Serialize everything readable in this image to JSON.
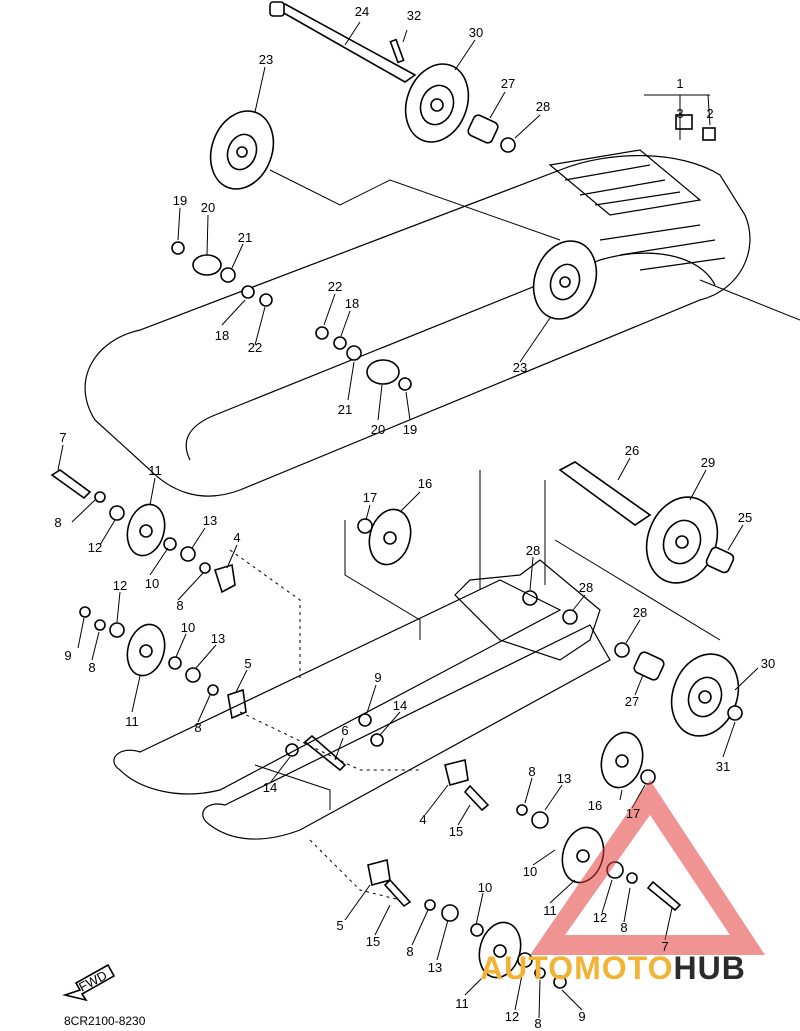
{
  "diagram_code": "8CR2100-8230",
  "fwd_label": "FWD",
  "watermark": {
    "part1": "AUTOMOTO",
    "part2": "HUB",
    "color_accent": "#e23b3b",
    "color_text": "#f2b233"
  },
  "callouts": [
    {
      "id": "c24a",
      "text": "24"
    },
    {
      "id": "c32",
      "text": "32"
    },
    {
      "id": "c30a",
      "text": "30"
    },
    {
      "id": "c23a",
      "text": "23"
    },
    {
      "id": "c27a",
      "text": "27"
    },
    {
      "id": "c28a",
      "text": "28"
    },
    {
      "id": "c1",
      "text": "1"
    },
    {
      "id": "c3",
      "text": "3"
    },
    {
      "id": "c2",
      "text": "2"
    },
    {
      "id": "c19a",
      "text": "19"
    },
    {
      "id": "c20a",
      "text": "20"
    },
    {
      "id": "c21a",
      "text": "21"
    },
    {
      "id": "c18a",
      "text": "18"
    },
    {
      "id": "c22a",
      "text": "22"
    },
    {
      "id": "c22b",
      "text": "22"
    },
    {
      "id": "c18b",
      "text": "18"
    },
    {
      "id": "c23b",
      "text": "23"
    },
    {
      "id": "c21b",
      "text": "21"
    },
    {
      "id": "c20b",
      "text": "20"
    },
    {
      "id": "c19b",
      "text": "19"
    },
    {
      "id": "c7a",
      "text": "7"
    },
    {
      "id": "c11a",
      "text": "11"
    },
    {
      "id": "c8a",
      "text": "8"
    },
    {
      "id": "c12a",
      "text": "12"
    },
    {
      "id": "c13a",
      "text": "13"
    },
    {
      "id": "c10a",
      "text": "10"
    },
    {
      "id": "c4a",
      "text": "4"
    },
    {
      "id": "c8b",
      "text": "8"
    },
    {
      "id": "c17a",
      "text": "17"
    },
    {
      "id": "c16a",
      "text": "16"
    },
    {
      "id": "c26",
      "text": "26"
    },
    {
      "id": "c29",
      "text": "29"
    },
    {
      "id": "c25",
      "text": "25"
    },
    {
      "id": "c28b",
      "text": "28"
    },
    {
      "id": "c28c",
      "text": "28"
    },
    {
      "id": "c28d",
      "text": "28"
    },
    {
      "id": "c12b",
      "text": "12"
    },
    {
      "id": "c9a",
      "text": "9"
    },
    {
      "id": "c8c",
      "text": "8"
    },
    {
      "id": "c10b",
      "text": "10"
    },
    {
      "id": "c13b",
      "text": "13"
    },
    {
      "id": "c11b",
      "text": "11"
    },
    {
      "id": "c5a",
      "text": "5"
    },
    {
      "id": "c8d",
      "text": "8"
    },
    {
      "id": "c9b",
      "text": "9"
    },
    {
      "id": "c14a",
      "text": "14"
    },
    {
      "id": "c6",
      "text": "6"
    },
    {
      "id": "c14b",
      "text": "14"
    },
    {
      "id": "c30b",
      "text": "30"
    },
    {
      "id": "c27b",
      "text": "27"
    },
    {
      "id": "c31",
      "text": "31"
    },
    {
      "id": "c4b",
      "text": "4"
    },
    {
      "id": "c15a",
      "text": "15"
    },
    {
      "id": "c8e",
      "text": "8"
    },
    {
      "id": "c13c",
      "text": "13"
    },
    {
      "id": "c16b",
      "text": "16"
    },
    {
      "id": "c17b",
      "text": "17"
    },
    {
      "id": "c10c",
      "text": "10"
    },
    {
      "id": "c11c",
      "text": "11"
    },
    {
      "id": "c12c",
      "text": "12"
    },
    {
      "id": "c8f",
      "text": "8"
    },
    {
      "id": "c7b",
      "text": "7"
    },
    {
      "id": "c5b",
      "text": "5"
    },
    {
      "id": "c15b",
      "text": "15"
    },
    {
      "id": "c8g",
      "text": "8"
    },
    {
      "id": "c13d",
      "text": "13"
    },
    {
      "id": "c10d",
      "text": "10"
    },
    {
      "id": "c11d",
      "text": "11"
    },
    {
      "id": "c12d",
      "text": "12"
    },
    {
      "id": "c8h",
      "text": "8"
    },
    {
      "id": "c9c",
      "text": "9"
    }
  ]
}
